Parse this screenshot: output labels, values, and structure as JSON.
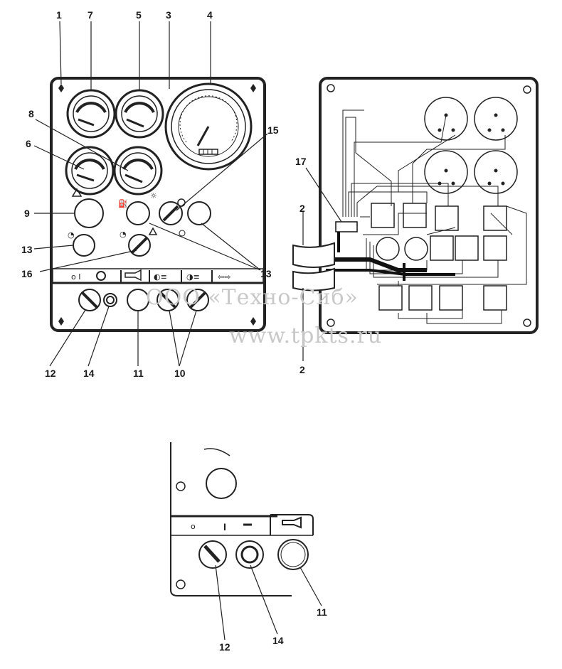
{
  "callouts": {
    "c1": "1",
    "c7": "7",
    "c5": "5",
    "c3": "3",
    "c4": "4",
    "c8": "8",
    "c6": "6",
    "c15": "15",
    "c9": "9",
    "c13a": "13",
    "c16": "16",
    "c13b": "13",
    "c12": "12",
    "c14": "14",
    "c11": "11",
    "c10": "10",
    "c17": "17",
    "c2a": "2",
    "c2b": "2",
    "d_c12": "12",
    "d_c14": "14",
    "d_c11": "11"
  },
  "watermark": {
    "line1": "ООО «Техно-Сиб»",
    "line2": "www.tpkts.ru"
  },
  "strip_text": {
    "s1": "о   I",
    "d1": "о",
    "d2": "I"
  },
  "colors": {
    "ink": "#222222",
    "watermark": "#c8c8c8",
    "paper": "#ffffff"
  }
}
